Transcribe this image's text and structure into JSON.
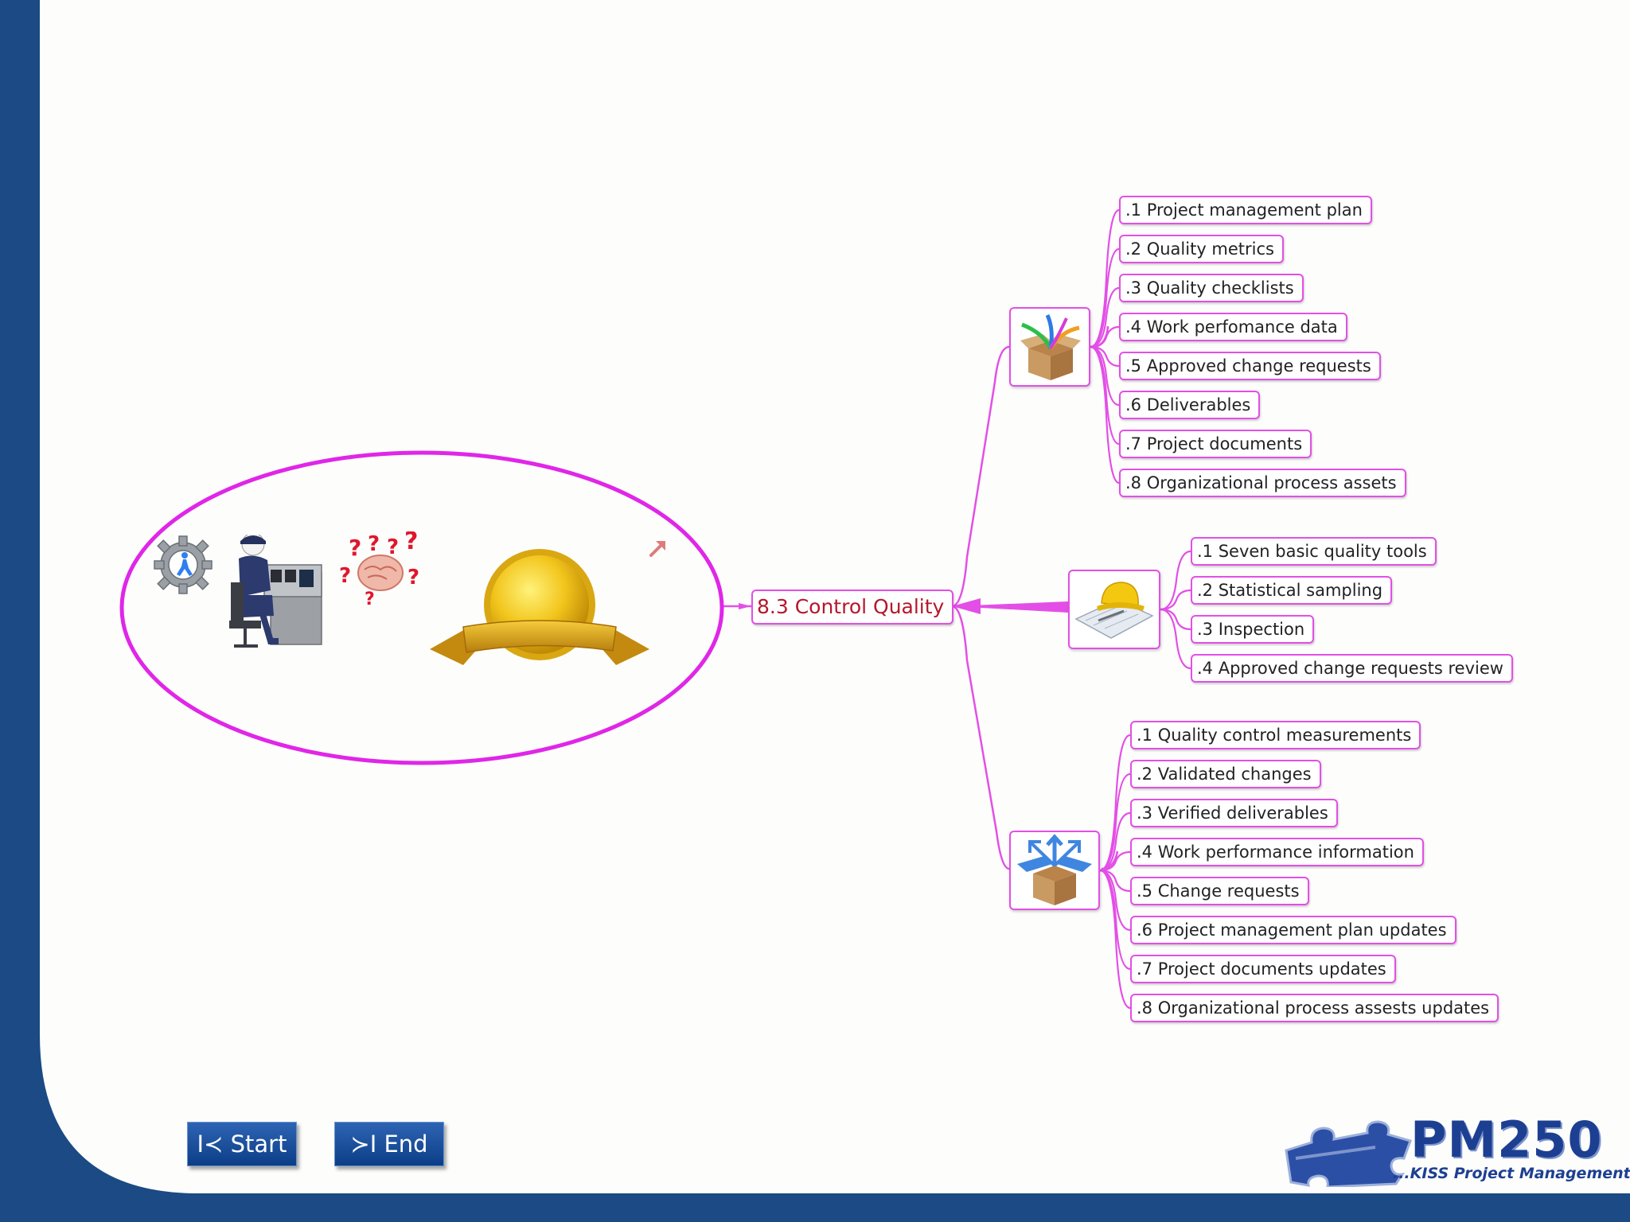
{
  "colors": {
    "accent": "#e34fe6",
    "frame": "#1b4a84",
    "canvas": "#fdfefc",
    "central_text": "#b5172b"
  },
  "central_node": {
    "label": "8.3 Control Quality"
  },
  "illustrations": [
    "gear-runner-icon",
    "operator-console-icon",
    "question-brain-icon",
    "gold-medal-ribbon-icon",
    "link-arrow-icon"
  ],
  "branches": {
    "inputs": {
      "icon": "open-box-arrows-in-icon",
      "items": [
        ".1 Project management plan",
        ".2 Quality metrics",
        ".3 Quality checklists",
        ".4 Work perfomance data",
        ".5 Approved change requests",
        ".6 Deliverables",
        ".7 Project documents",
        ".8 Organizational process assets"
      ]
    },
    "tools": {
      "icon": "hard-hat-blueprint-icon",
      "items": [
        ".1 Seven basic quality tools",
        ".2 Statistical sampling",
        ".3 Inspection",
        ".4 Approved change requests review"
      ]
    },
    "outputs": {
      "icon": "box-arrows-out-icon",
      "items": [
        ".1 Quality control measurements",
        ".2 Validated changes",
        ".3 Verified deliverables",
        ".4 Work performance information",
        ".5 Change requests",
        ".6 Project management plan updates",
        ".7 Project documents updates",
        ".8 Organizational process assests updates"
      ]
    }
  },
  "nav": {
    "start_label": "I≺ Start",
    "end_label": "≻I End"
  },
  "logo": {
    "title": "PM250",
    "tagline": "...KISS Project Management"
  }
}
